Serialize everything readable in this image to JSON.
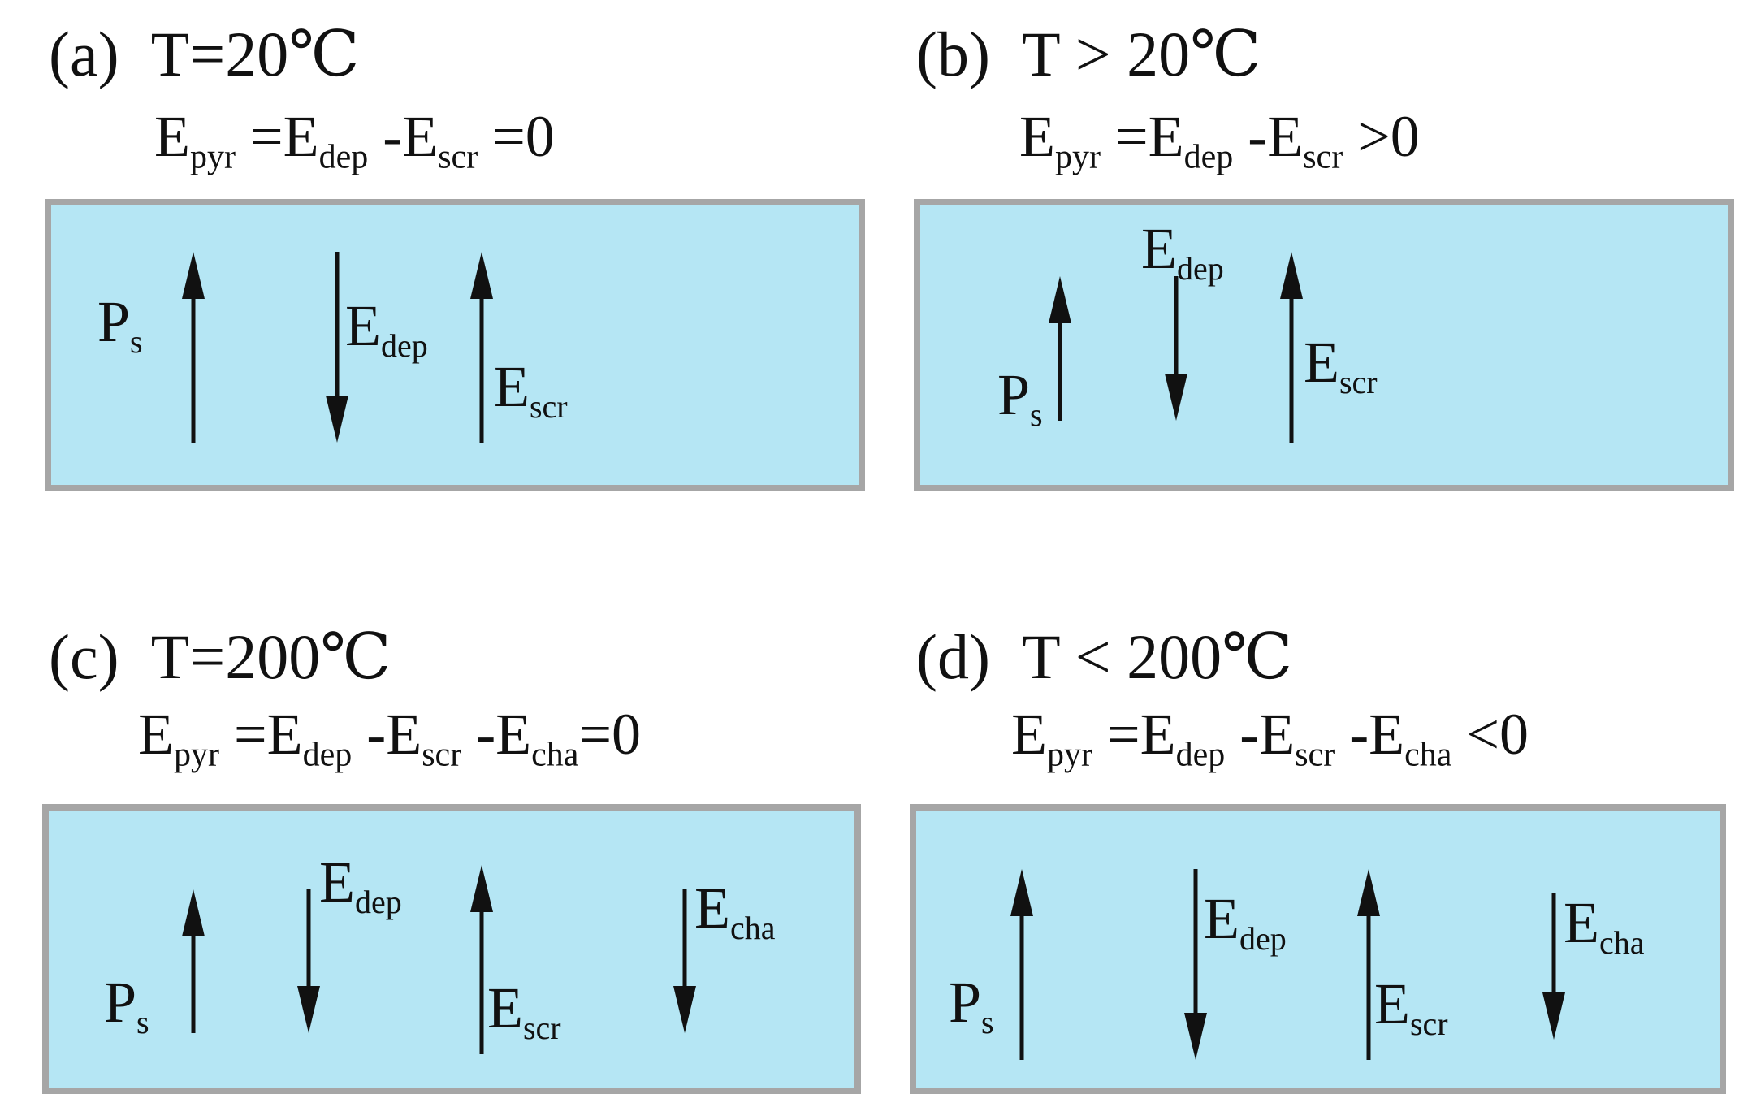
{
  "panels": [
    {
      "id": "a",
      "label": "(a)",
      "condition": "T=20℃",
      "equation": [
        {
          "t": "E"
        },
        {
          "s": "pyr"
        },
        {
          "t": " =E"
        },
        {
          "s": "dep"
        },
        {
          "t": " -E"
        },
        {
          "s": "scr"
        },
        {
          "t": " =0"
        }
      ],
      "arrows": [
        {
          "name": "Ps",
          "dir": "up",
          "symbol": "P",
          "sub": "s"
        },
        {
          "name": "Edep",
          "dir": "down",
          "symbol": "E",
          "sub": "dep"
        },
        {
          "name": "Escr",
          "dir": "up",
          "symbol": "E",
          "sub": "scr"
        }
      ]
    },
    {
      "id": "b",
      "label": "(b)",
      "condition": "T > 20℃",
      "equation": [
        {
          "t": "E"
        },
        {
          "s": "pyr"
        },
        {
          "t": " =E"
        },
        {
          "s": "dep"
        },
        {
          "t": " -E"
        },
        {
          "s": "scr"
        },
        {
          "t": " >0"
        }
      ],
      "arrows": [
        {
          "name": "Ps",
          "dir": "up",
          "symbol": "P",
          "sub": "s"
        },
        {
          "name": "Edep",
          "dir": "down",
          "symbol": "E",
          "sub": "dep"
        },
        {
          "name": "Escr",
          "dir": "up",
          "symbol": "E",
          "sub": "scr"
        }
      ]
    },
    {
      "id": "c",
      "label": "(c)",
      "condition": "T=200℃",
      "equation": [
        {
          "t": "E"
        },
        {
          "s": "pyr"
        },
        {
          "t": " =E"
        },
        {
          "s": "dep"
        },
        {
          "t": " -E"
        },
        {
          "s": "scr"
        },
        {
          "t": " -E"
        },
        {
          "s": "cha"
        },
        {
          "t": "=0"
        }
      ],
      "arrows": [
        {
          "name": "Ps",
          "dir": "up",
          "symbol": "P",
          "sub": "s"
        },
        {
          "name": "Edep",
          "dir": "down",
          "symbol": "E",
          "sub": "dep"
        },
        {
          "name": "Escr",
          "dir": "up",
          "symbol": "E",
          "sub": "scr"
        },
        {
          "name": "Echa",
          "dir": "down",
          "symbol": "E",
          "sub": "cha"
        }
      ]
    },
    {
      "id": "d",
      "label": "(d)",
      "condition": "T < 200℃",
      "equation": [
        {
          "t": "E"
        },
        {
          "s": "pyr"
        },
        {
          "t": " =E"
        },
        {
          "s": "dep"
        },
        {
          "t": " -E"
        },
        {
          "s": "scr"
        },
        {
          "t": " -E"
        },
        {
          "s": "cha"
        },
        {
          "t": " <0"
        }
      ],
      "arrows": [
        {
          "name": "Ps",
          "dir": "up",
          "symbol": "P",
          "sub": "s"
        },
        {
          "name": "Edep",
          "dir": "down",
          "symbol": "E",
          "sub": "dep"
        },
        {
          "name": "Escr",
          "dir": "up",
          "symbol": "E",
          "sub": "scr"
        },
        {
          "name": "Echa",
          "dir": "down",
          "symbol": "E",
          "sub": "cha"
        }
      ]
    }
  ],
  "colors": {
    "box_fill": "#b5e6f4",
    "box_border": "#a6a6a6",
    "ink": "#111111"
  }
}
